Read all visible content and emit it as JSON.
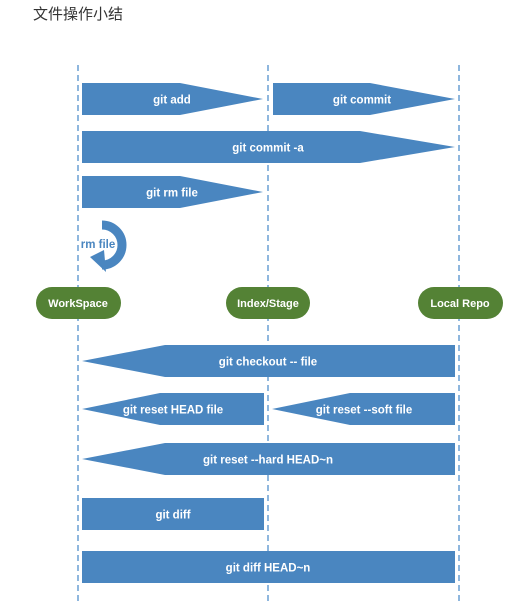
{
  "title": "文件操作小结",
  "colors": {
    "arrow_fill": "#4a86c0",
    "pill_fill": "#548235",
    "lane_line": "#6a9fd4",
    "text": "#ffffff"
  },
  "lanes": [
    {
      "label": "WorkSpace"
    },
    {
      "label": "Index/Stage"
    },
    {
      "label": "Local Repo"
    }
  ],
  "rm_file": {
    "label": "rm file",
    "icon": "circular-arrow-icon"
  },
  "commands": [
    {
      "label": "git add",
      "from": "WorkSpace",
      "to": "Index/Stage",
      "direction": "right"
    },
    {
      "label": "git commit",
      "from": "Index/Stage",
      "to": "Local Repo",
      "direction": "right"
    },
    {
      "label": "git commit -a",
      "from": "WorkSpace",
      "to": "Local Repo",
      "direction": "right"
    },
    {
      "label": "git rm file",
      "from": "WorkSpace",
      "to": "Index/Stage",
      "direction": "right"
    },
    {
      "label": "git checkout -- file",
      "from": "Local Repo",
      "to": "WorkSpace",
      "direction": "left"
    },
    {
      "label": "git reset HEAD file",
      "from": "Index/Stage",
      "to": "WorkSpace",
      "direction": "left"
    },
    {
      "label": "git reset --soft file",
      "from": "Local Repo",
      "to": "Index/Stage",
      "direction": "left"
    },
    {
      "label": "git reset --hard HEAD~n",
      "from": "Local Repo",
      "to": "WorkSpace",
      "direction": "left"
    },
    {
      "label": "git diff",
      "from": "WorkSpace",
      "to": "Index/Stage",
      "direction": "none"
    },
    {
      "label": "git diff HEAD~n",
      "from": "WorkSpace",
      "to": "Local Repo",
      "direction": "none"
    }
  ]
}
